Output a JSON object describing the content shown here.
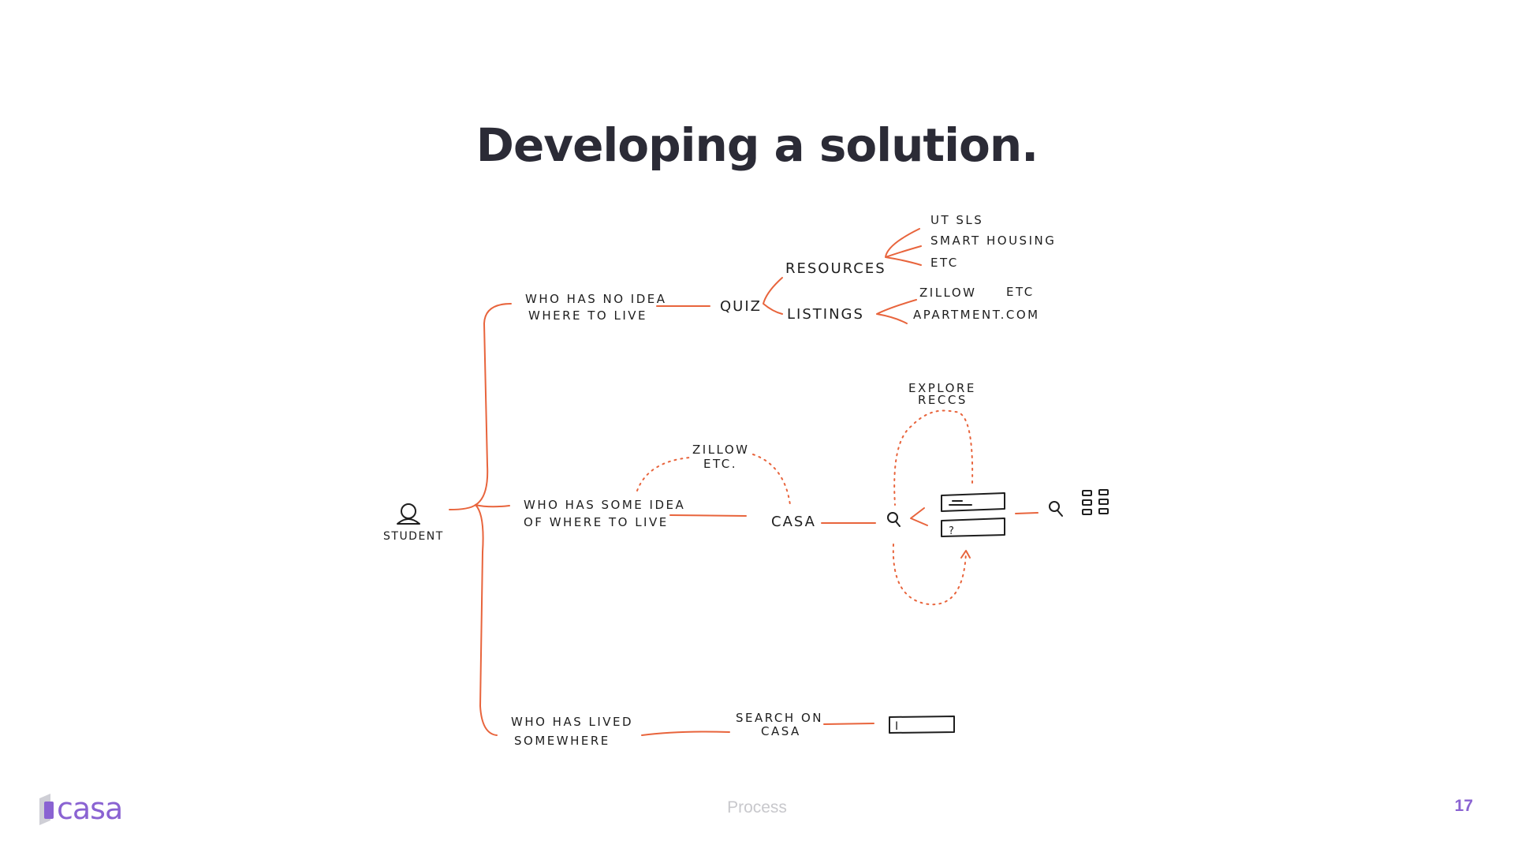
{
  "slide": {
    "title": "Developing a solution.",
    "section": "Process",
    "page_number": "17",
    "brand": "casa"
  },
  "colors": {
    "accent": "#e8643c",
    "brand": "#8a63d2",
    "title": "#2b2b36"
  },
  "diagram": {
    "root": "STUDENT",
    "branch_no_idea": {
      "label": [
        "WHO HAS NO IDEA",
        "WHERE TO LIVE"
      ],
      "step": "QUIZ",
      "resources": "RESOURCES",
      "resources_items": [
        "UT SLS",
        "SMART HOUSING",
        "ETC"
      ],
      "listings": "LISTINGS",
      "listings_items": [
        "ZILLOW",
        "ETC",
        "APARTMENT.COM"
      ]
    },
    "branch_some_idea": {
      "label": [
        "WHO HAS SOME IDEA",
        "OF WHERE TO LIVE"
      ],
      "alt": [
        "ZILLOW",
        "ETC."
      ],
      "step": "CASA",
      "explore": [
        "EXPLORE",
        "RECCS"
      ],
      "form_question_mark": "?"
    },
    "branch_lived": {
      "label": [
        "WHO HAS LIVED",
        "SOMEWHERE"
      ],
      "step": [
        "SEARCH ON",
        "CASA"
      ],
      "cursor": "I"
    },
    "icons": [
      "person-icon",
      "magnifier-icon",
      "grid-icon",
      "search-box-icon"
    ]
  }
}
